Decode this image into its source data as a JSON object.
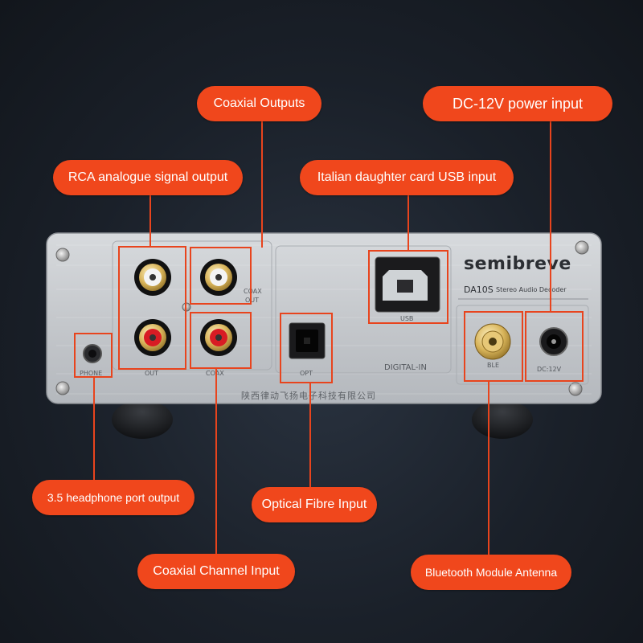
{
  "device": {
    "brand": "semibreve",
    "model": "DA10S",
    "model_subtitle": "Stereo Audio Decoder",
    "manufacturer_text": "陕西律动飞扬电子科技有限公司",
    "panel_labels": {
      "phone": "PHONE",
      "out": "OUT",
      "coax_in": "COAX",
      "coax_out_line1": "COAX",
      "coax_out_line2": "OUT",
      "opt": "OPT",
      "digital_in": "DIGITAL-IN",
      "usb": "USB",
      "ble": "BLE",
      "dc": "DC:12V"
    }
  },
  "callouts": {
    "coaxial_outputs": "Coaxial Outputs",
    "dc_power": "DC-12V power input",
    "rca_output": "RCA analogue signal output",
    "usb_input": "Italian daughter card USB input",
    "headphone": "3.5 headphone port output",
    "optical": "Optical Fibre Input",
    "coax_input": "Coaxial Channel Input",
    "bluetooth": "Bluetooth Module Antenna"
  },
  "colors": {
    "accent": "#f0471c",
    "panel": "#c9ccd0",
    "background": "#1a2029"
  }
}
